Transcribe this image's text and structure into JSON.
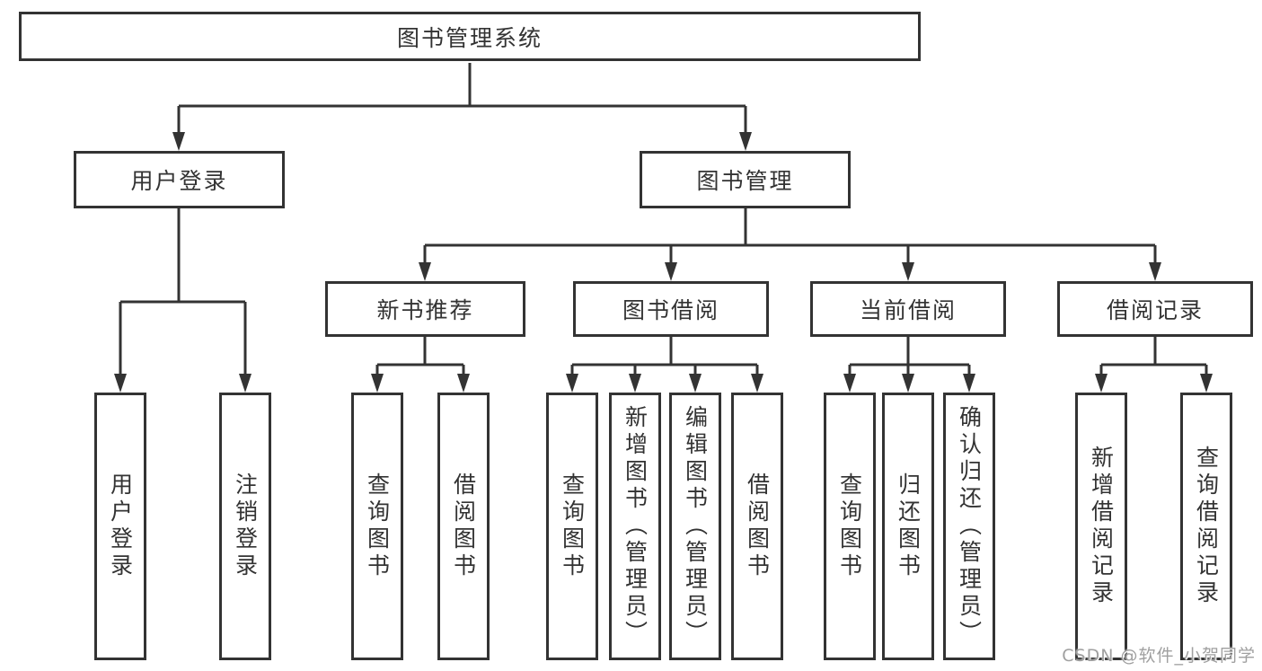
{
  "nodes": {
    "root": "图书管理系统",
    "user_login": "用户登录",
    "book_mgmt": "图书管理",
    "new_book_rec": "新书推荐",
    "book_borrow": "图书借阅",
    "current_borrow": "当前借阅",
    "borrow_record": "借阅记录",
    "leaf_user_login": "用户登录",
    "leaf_logout": "注销登录",
    "leaf_query_book_1": "查询图书",
    "leaf_borrow_book_1": "借阅图书",
    "leaf_query_book_2": "查询图书",
    "leaf_add_book": "新增图书（管理员）",
    "leaf_edit_book": "编辑图书（管理员）",
    "leaf_borrow_book_2": "借阅图书",
    "leaf_query_book_3": "查询图书",
    "leaf_return_book": "归还图书",
    "leaf_confirm_return": "确认归还（管理员）",
    "leaf_add_record": "新增借阅记录",
    "leaf_query_record": "查询借阅记录"
  },
  "watermark": "CSDN @软件_小贺同学",
  "colors": {
    "line": "#333333",
    "text": "#333333",
    "watermark": "#a0a0a0",
    "background": "#ffffff"
  }
}
